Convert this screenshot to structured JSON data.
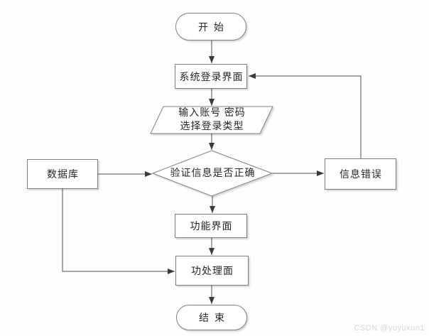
{
  "nodes": {
    "start": {
      "label": "开始",
      "shape": "terminator"
    },
    "login": {
      "label": "系统登录界面",
      "shape": "process"
    },
    "input": {
      "line1": "输入账号 密码",
      "line2": "选择登录类型",
      "shape": "input-output"
    },
    "verify": {
      "label": "验证信息是否正确",
      "shape": "decision"
    },
    "database": {
      "label": "数据库",
      "shape": "process"
    },
    "error": {
      "label": "信息错误",
      "shape": "process"
    },
    "function_ui": {
      "label": "功能界面",
      "shape": "process"
    },
    "processing": {
      "label": "功处理面",
      "shape": "process"
    },
    "end": {
      "label": "结束",
      "shape": "terminator"
    }
  },
  "edges": [
    {
      "from": "start",
      "to": "login"
    },
    {
      "from": "login",
      "to": "input"
    },
    {
      "from": "input",
      "to": "verify"
    },
    {
      "from": "database",
      "to": "verify"
    },
    {
      "from": "verify",
      "to": "error"
    },
    {
      "from": "error",
      "to": "login"
    },
    {
      "from": "verify",
      "to": "function_ui"
    },
    {
      "from": "function_ui",
      "to": "processing"
    },
    {
      "from": "database",
      "to": "processing"
    },
    {
      "from": "processing",
      "to": "end"
    }
  ],
  "colors": {
    "line": "#4d4d4d",
    "shape_border": "#7f7f7f",
    "shape_fill": "#ffffff",
    "text": "#262626",
    "watermark": "#d6d6d6"
  },
  "watermark": {
    "text": "CSDN @yuyuxun1"
  }
}
